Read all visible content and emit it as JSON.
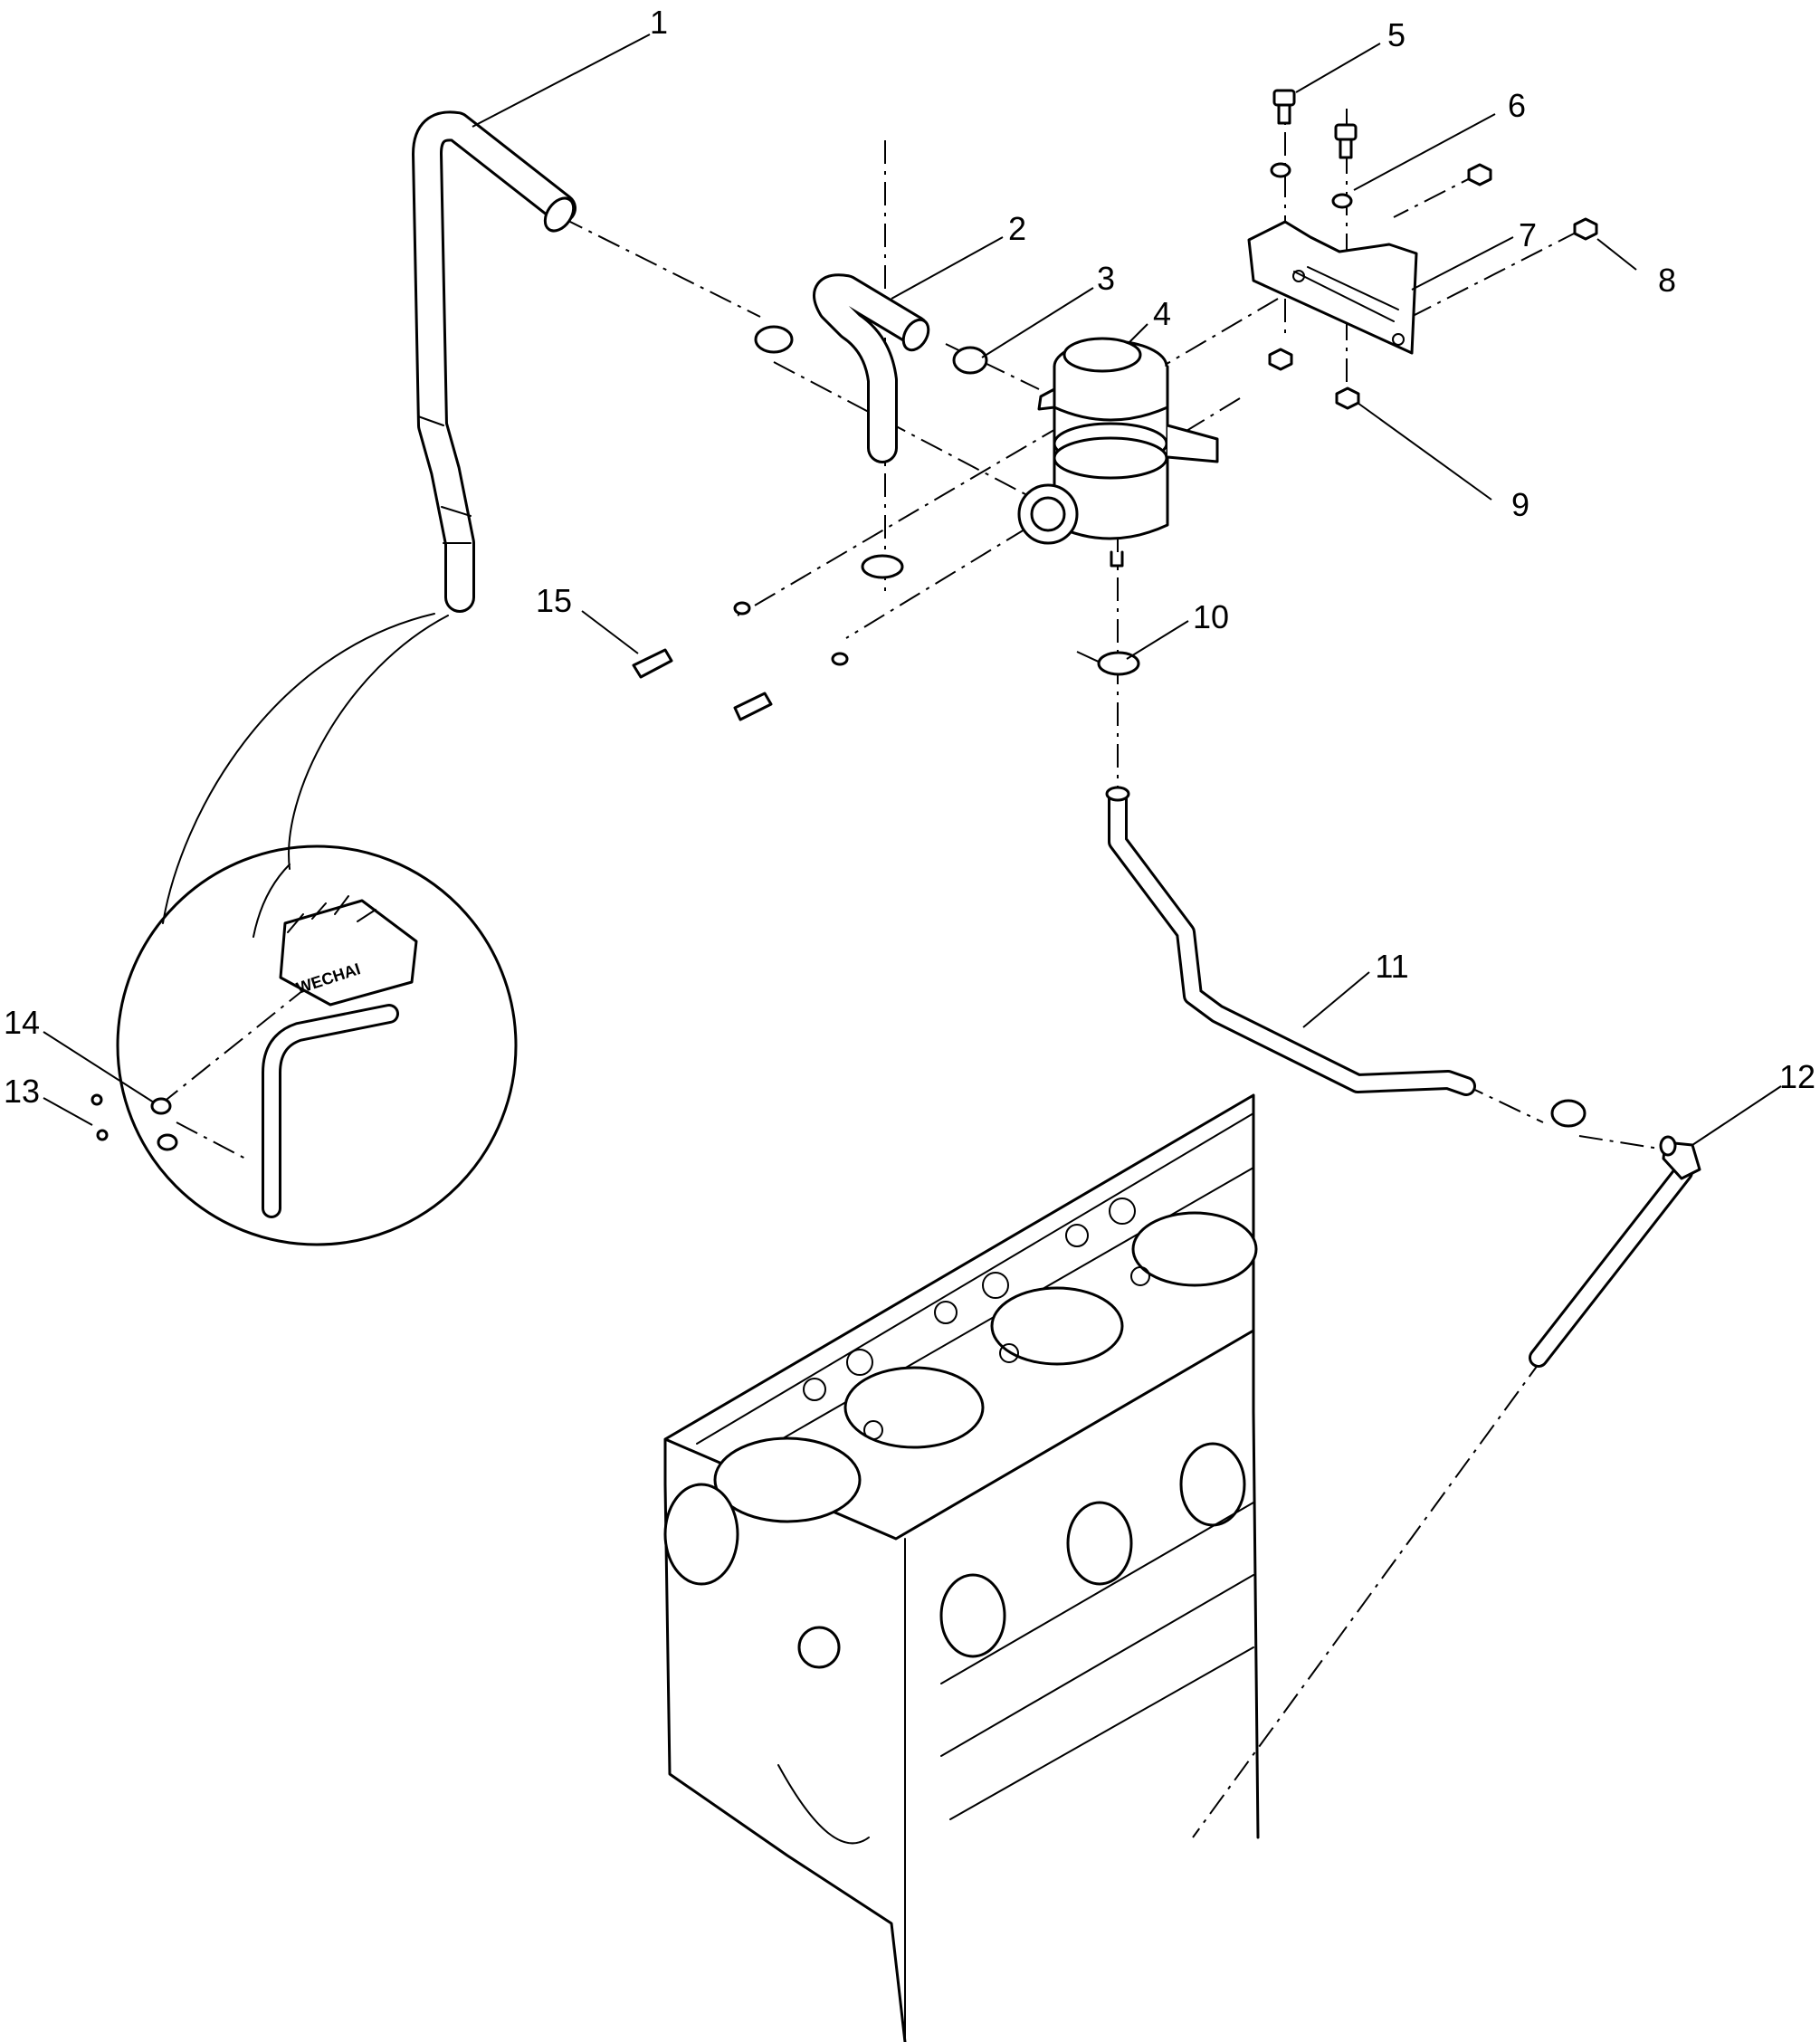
{
  "diagram": {
    "callouts": [
      {
        "id": "1",
        "label": "1"
      },
      {
        "id": "2",
        "label": "2"
      },
      {
        "id": "3",
        "label": "3"
      },
      {
        "id": "4",
        "label": "4"
      },
      {
        "id": "5",
        "label": "5"
      },
      {
        "id": "6",
        "label": "6"
      },
      {
        "id": "7",
        "label": "7"
      },
      {
        "id": "8",
        "label": "8"
      },
      {
        "id": "9",
        "label": "9"
      },
      {
        "id": "10",
        "label": "10"
      },
      {
        "id": "11",
        "label": "11"
      },
      {
        "id": "12",
        "label": "12"
      },
      {
        "id": "13",
        "label": "13"
      },
      {
        "id": "14",
        "label": "14"
      },
      {
        "id": "15",
        "label": "15"
      }
    ],
    "logo_text": "WECHAI"
  }
}
